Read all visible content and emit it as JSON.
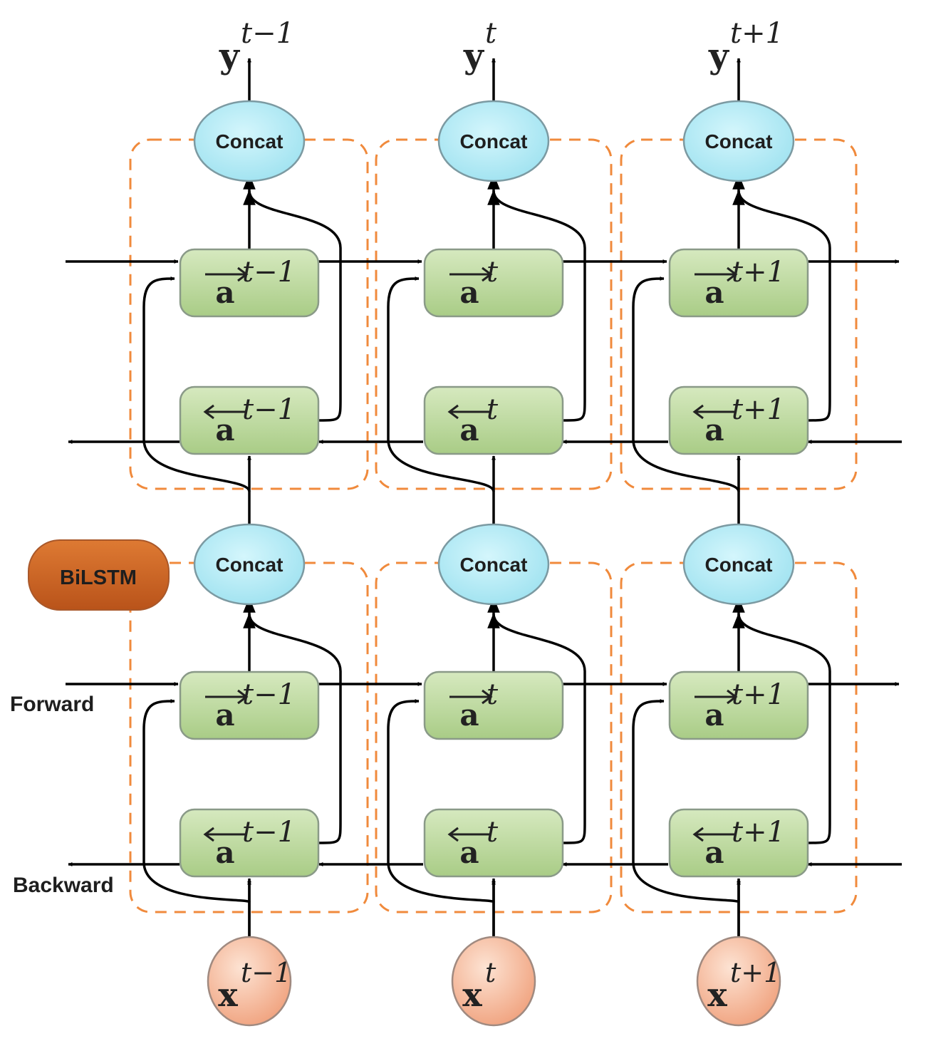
{
  "labels": {
    "concat": "Concat",
    "badge": "BiLSTM",
    "forward": "Forward",
    "backward": "Backward"
  },
  "time_steps": [
    {
      "y": "y",
      "y_sup": "t−1",
      "a_sup": "t−1",
      "x": "x",
      "x_sup": "t−1"
    },
    {
      "y": "y",
      "y_sup": "t",
      "a_sup": "t",
      "x": "x",
      "x_sup": "t"
    },
    {
      "y": "y",
      "y_sup": "t+1",
      "a_sup": "t+1",
      "x": "x",
      "x_sup": "t+1"
    }
  ],
  "cell_letter": "a",
  "colors": {
    "cell_fill": "#c5dea6",
    "concat_fill": "#b8ecf6",
    "input_fill": "#f6c4a8",
    "badge_fill": "#cd6320",
    "dashed_group": "#f08a3c"
  }
}
